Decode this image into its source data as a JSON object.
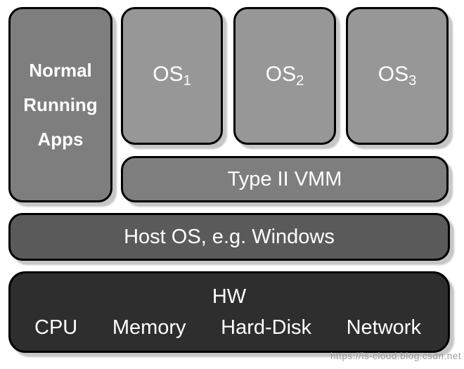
{
  "diagram": {
    "normal_apps": {
      "lines": [
        "Normal",
        "Running",
        "Apps"
      ],
      "color": "#7e7e7e"
    },
    "os_boxes": [
      {
        "label": "OS",
        "sub": "1"
      },
      {
        "label": "OS",
        "sub": "2"
      },
      {
        "label": "OS",
        "sub": "3"
      }
    ],
    "os_color": "#979797",
    "vmm": {
      "label": "Type II VMM",
      "color": "#7e7e7e"
    },
    "host_os": {
      "label": "Host OS, e.g. Windows",
      "color": "#5a5a5a"
    },
    "hardware": {
      "title": "HW",
      "components": [
        "CPU",
        "Memory",
        "Hard-Disk",
        "Network"
      ],
      "color": "#2e2e2e"
    },
    "text_color": "#ffffff",
    "border_color": "#000000",
    "watermark": "https://is-cloud.blog.csdn.net"
  }
}
